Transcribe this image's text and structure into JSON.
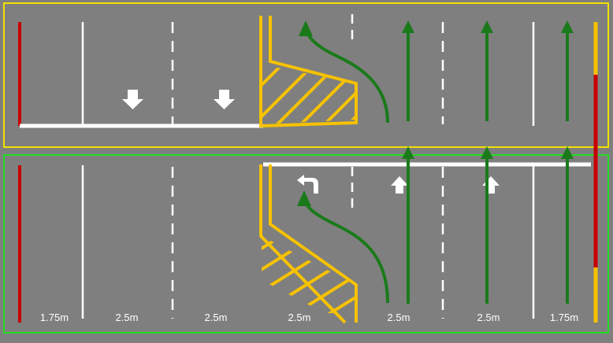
{
  "colors": {
    "road": "#7f7f7f",
    "background": "#ffffff",
    "yellow_frame": "#f2e100",
    "green_frame": "#22dd22",
    "white_marking": "#ffffff",
    "yellow_marking": "#f7c200",
    "red_marking": "#c80000",
    "green_arrow": "#1a7a1a"
  },
  "lane_widths": [
    {
      "id": "w1",
      "label": "1.75m"
    },
    {
      "id": "w2",
      "label": "2.5m"
    },
    {
      "id": "w3",
      "label": "2.5m"
    },
    {
      "id": "w4",
      "label": "2.5m"
    },
    {
      "id": "w5",
      "label": "2.5m"
    },
    {
      "id": "w6",
      "label": "2.5m"
    },
    {
      "id": "w7",
      "label": "1.75m"
    }
  ],
  "zones": [
    {
      "id": "upper-zone",
      "frame": "yellow"
    },
    {
      "id": "lower-zone",
      "frame": "green"
    }
  ],
  "lane_arrows": {
    "upper": [
      "down-arrow-icon",
      "down-arrow-icon",
      "left-turn-path-arrow-icon",
      "straight-arrow-icon",
      "straight-arrow-icon",
      "straight-arrow-icon"
    ],
    "lower": [
      "u-turn-arrow-icon",
      "straight-arrow-icon",
      "straight-arrow-icon",
      "left-turn-path-arrow-icon",
      "straight-arrow-icon",
      "straight-arrow-icon",
      "straight-arrow-icon"
    ]
  }
}
